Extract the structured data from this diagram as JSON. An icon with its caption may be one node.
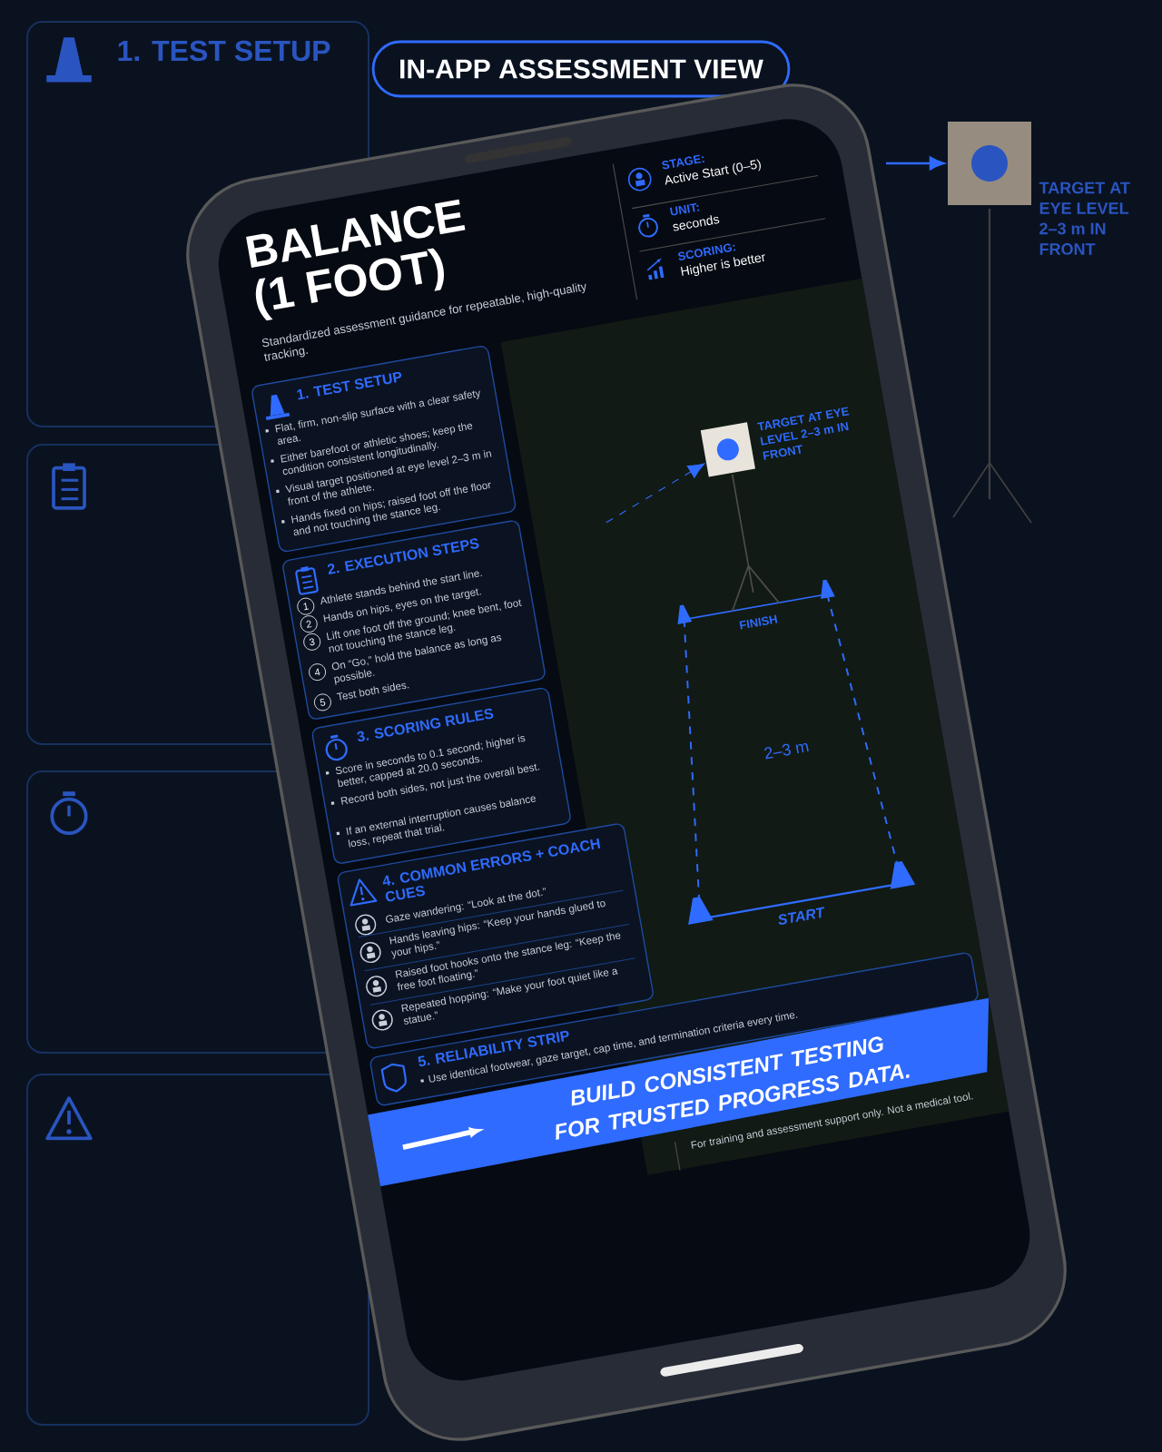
{
  "diagram": {
    "title": "BALANCE (1 FOOT)",
    "nodes": [
      {
        "text": [
          "1. TEST SETUP",
          "Flat, firm, non-slip surface with a clear safety area.",
          "Either barefoot or athletic shoes; keep the condition consistent longitudinally.",
          "Visual target positioned at eye level 2–3 m in front of the athlete.",
          "Hands fixed on hips; raised foot off the floor and not touching the stance leg."
        ]
      },
      {
        "text": [
          "2. EXECUTION STEPS",
          "Athlete stands behind the start line.",
          "Hands on hips, eyes on the target.",
          "Lift one foot off the ground; knee bent, foot not touching the stance leg.",
          "On “Go,” hold the balance as long as possible.",
          "Test both sides."
        ]
      },
      {
        "text": [
          "3. SCORING RULES",
          "Score in seconds to 0.1 second; higher is better, capped at 20.0 seconds.",
          "Record both sides, not just the overall best.",
          "If an external interruption causes balance loss, repeat that trial."
        ]
      },
      {
        "text": [
          "4. COMMON ERRORS + COACH CUES",
          "Gaze wandering: “Look at the dot.”",
          "Hands leaving hips: “Keep your hands glued to your hips.”",
          "Raised foot hooks onto the stance leg: “Keep the free foot floating.”",
          "Repeated hopping: “Make your foot quiet like a statue.”"
        ]
      },
      {
        "text": [
          "5. RELIABILITY STRIP",
          "Use identical footwear, gaze target, cap time, and termination criteria every time."
        ]
      },
      {
        "text": [
          "BUILD CONSISTENT TESTING FOR TRUSTED PROGRESS DATA."
        ]
      },
      {
        "text": [],
        "shape": "box",
        "beside": [
          "TARGET AT EYE LEVEL 2–3 m IN FRONT"
        ]
      },
      {
        "text": [],
        "shape": "box",
        "beside": [
          "TARGET AT EYE LEVEL 2–3 m IN FRONT"
        ]
      }
    ],
    "edges": [
      {
        "from": null,
        "to": 6,
        "arrow": "to",
        "style": "dashed"
      },
      {
        "from": null,
        "to": 7,
        "arrow": "to"
      }
    ],
    "labels": [
      "IN-APP ASSESSMENT VIEW",
      "1. TEST SETUP",
      "Standardized assessment guidance for repeatable, high-quality tracking.",
      "STAGE:",
      "Active Start (0–5)",
      "UNIT:",
      "seconds",
      "SCORING:",
      "Higher is better",
      "1",
      "2",
      "3",
      "4",
      "5",
      "FINISH",
      "2–3 m",
      "START",
      "For training and assessment support only. Not a medical tool."
    ]
  }
}
